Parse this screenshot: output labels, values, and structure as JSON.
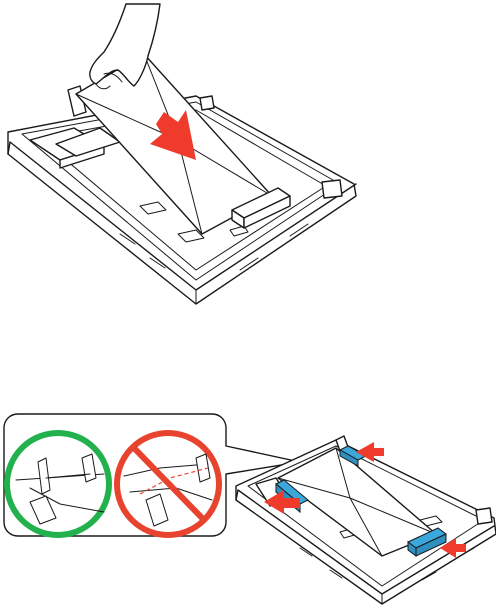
{
  "figure": {
    "panels": [
      {
        "id": "top",
        "content": "hand-inserting-envelope-into-cassette"
      },
      {
        "id": "bottom",
        "content": "edge-guides-against-envelope"
      }
    ],
    "icons": {
      "insert_arrow": "arrow-down-right-icon",
      "guide_arrow": "arrow-left-icon",
      "correct": "check-circle-icon",
      "incorrect": "prohibited-circle-icon"
    },
    "colors": {
      "arrow": "#ef3b2c",
      "edge_guide": "#3ba8db",
      "correct_ring": "#22b14c",
      "prohibited_ring": "#e8432e",
      "line": "#1a1a1a",
      "background": "#ffffff"
    }
  }
}
